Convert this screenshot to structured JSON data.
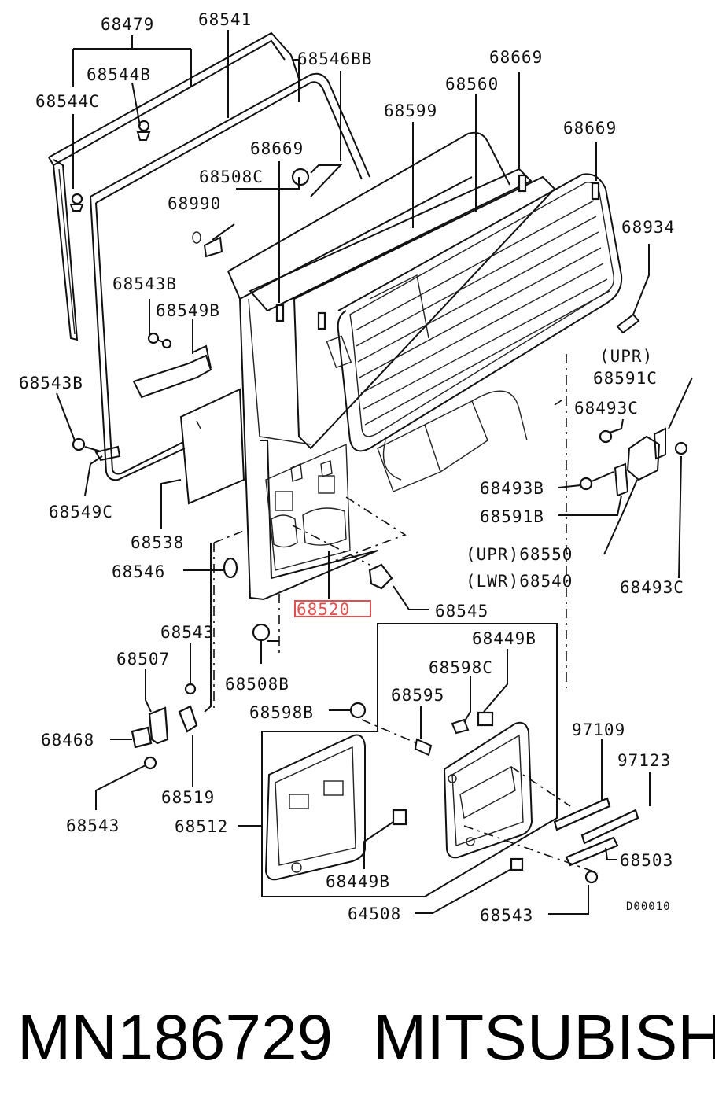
{
  "diagram": {
    "highlight_color": "#e05050",
    "highlighted_part": "68520",
    "labels": [
      "68479",
      "68541",
      "68544B",
      "68546BB",
      "68544C",
      "68669",
      "68560",
      "68599",
      "68669",
      "68669",
      "68508C",
      "68990",
      "68934",
      "68543B",
      "68549B",
      "(UPR)",
      "68591C",
      "68543B",
      "68493C",
      "68549C",
      "68493B",
      "68591B",
      "68538",
      "(UPR)68550",
      "(LWR)68540",
      "68546",
      "68493C",
      "68520",
      "68545",
      "68543",
      "68449B",
      "68507",
      "68508B",
      "68598C",
      "68595",
      "68598B",
      "68468",
      "97109",
      "97123",
      "68519",
      "68543",
      "68512",
      "68503",
      "68449B",
      "64508",
      "68543",
      "D00010"
    ]
  },
  "caption": {
    "part_number": "MN186729",
    "brand": "MITSUBISHI"
  }
}
